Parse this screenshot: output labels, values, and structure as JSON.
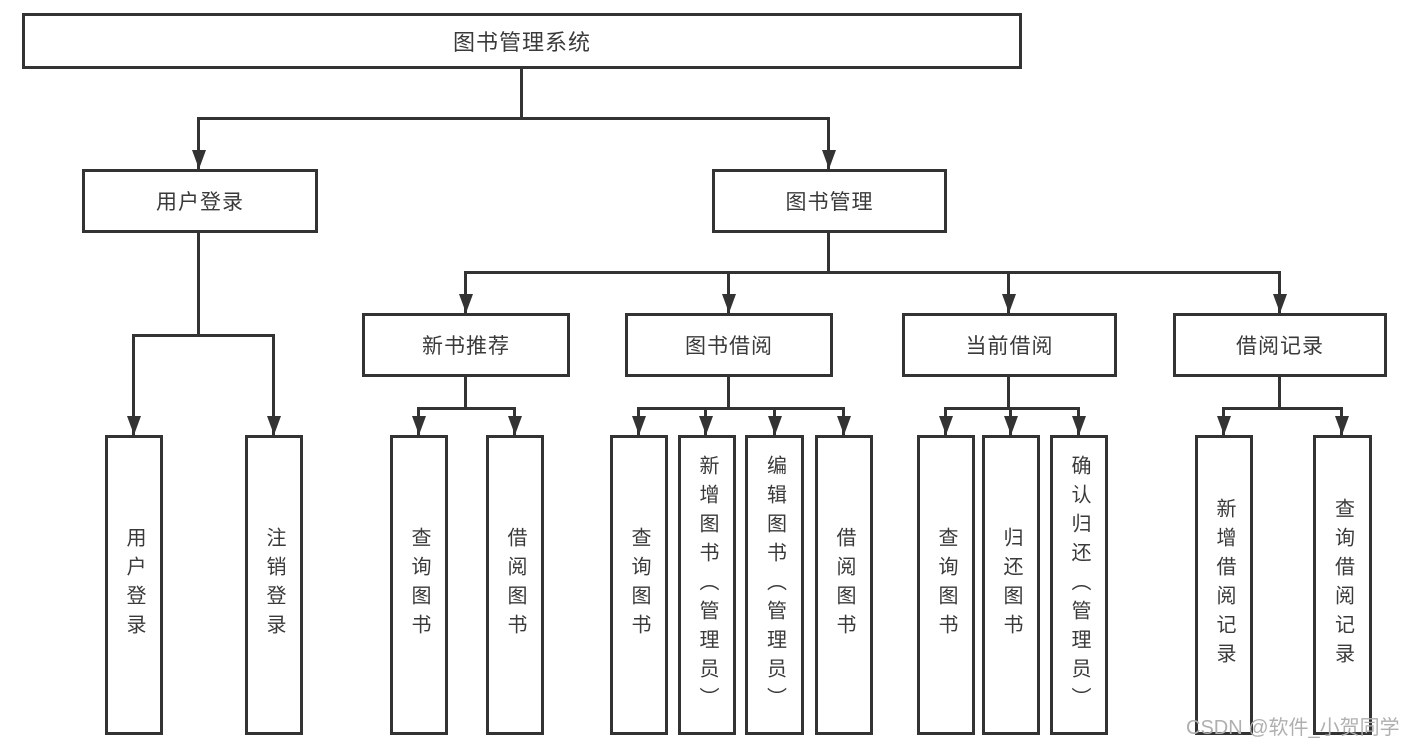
{
  "tree": {
    "label": "图书管理系统",
    "children": [
      {
        "label": "用户登录",
        "children": [
          {
            "label": "用户登录"
          },
          {
            "label": "注销登录"
          }
        ]
      },
      {
        "label": "图书管理",
        "children": [
          {
            "label": "新书推荐",
            "children": [
              {
                "label": "查询图书"
              },
              {
                "label": "借阅图书"
              }
            ]
          },
          {
            "label": "图书借阅",
            "children": [
              {
                "label": "查询图书"
              },
              {
                "label": "新增图书（管理员）"
              },
              {
                "label": "编辑图书（管理员）"
              },
              {
                "label": "借阅图书"
              }
            ]
          },
          {
            "label": "当前借阅",
            "children": [
              {
                "label": "查询图书"
              },
              {
                "label": "归还图书"
              },
              {
                "label": "确认归还（管理员）"
              }
            ]
          },
          {
            "label": "借阅记录",
            "children": [
              {
                "label": "新增借阅记录"
              },
              {
                "label": "查询借阅记录"
              }
            ]
          }
        ]
      }
    ]
  },
  "watermark": {
    "text": "CSDN @软件_小贺同学"
  },
  "colors": {
    "line": "#333333",
    "text": "#3a3a3a",
    "watermark": "#b0b0b0",
    "background": "#ffffff"
  }
}
